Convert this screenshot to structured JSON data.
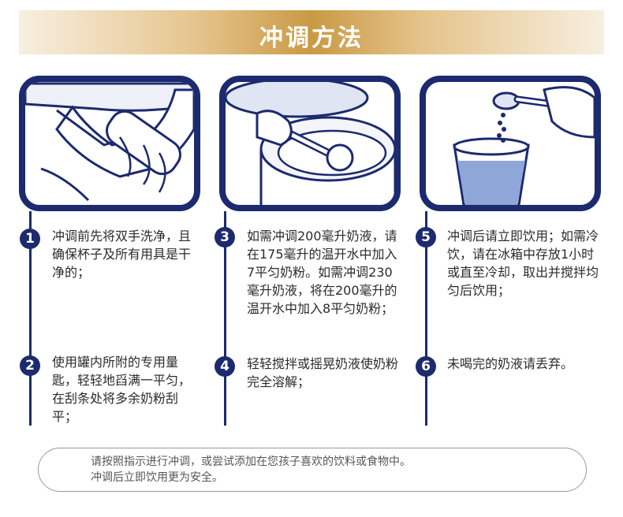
{
  "header": {
    "title": "冲调方法"
  },
  "steps": [
    {
      "number": "1",
      "text": "冲调前先将双手洗净，且确保杯子及所有用具是干净的；"
    },
    {
      "number": "2",
      "text": "使用罐内所附的专用量匙，轻轻地舀满一平匀，在刮条处将多余奶粉刮平；"
    },
    {
      "number": "3",
      "text": "如需冲调200毫升奶液，请在175毫升的温开水中加入7平匀奶粉。如需冲调230毫升奶液，将在200毫升的温开水中加入8平匀奶粉；"
    },
    {
      "number": "4",
      "text": "轻轻搅拌或摇晃奶液使奶粉完全溶解；"
    },
    {
      "number": "5",
      "text": "冲调后请立即饮用；如需冷饮，请在冰箱中存放1小时或直至冷却，取出并搅拌均匀后饮用；"
    },
    {
      "number": "6",
      "text": "未喝完的奶液请丢弃。"
    }
  ],
  "footer": {
    "line1": "请按照指示进行冲调，或尝试添加在您孩子喜欢的饮料或食物中。",
    "line2": "冲调后立即饮用更为安全。"
  },
  "colors": {
    "navy": "#1c2a6e",
    "gold": "#c99a45",
    "milk": "#8fa6d8"
  }
}
